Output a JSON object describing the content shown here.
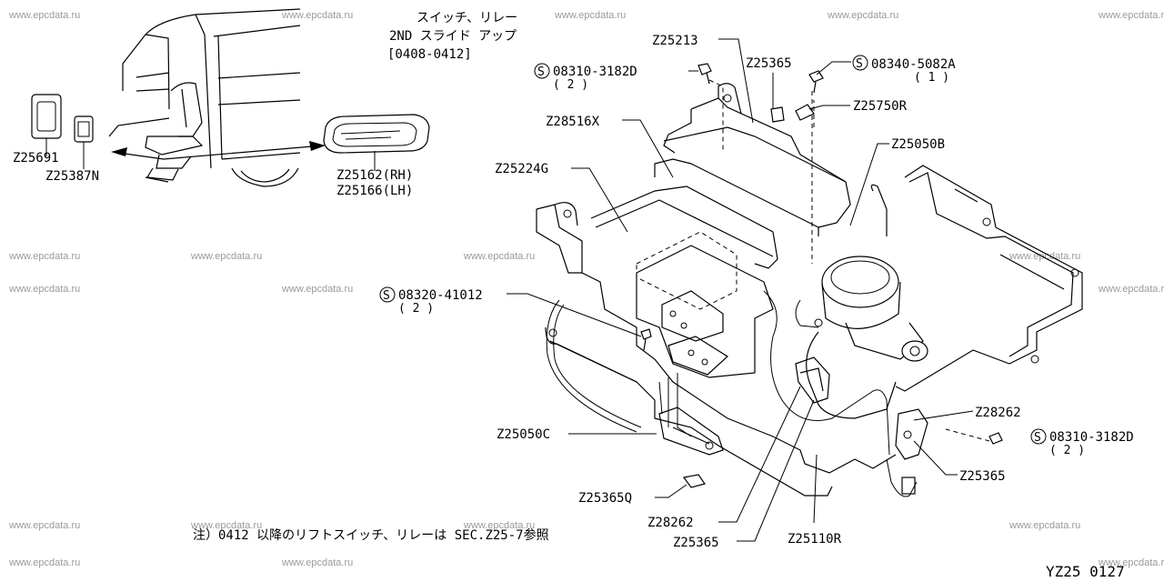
{
  "header": {
    "line1": "スイッチ、リレー",
    "line2": "2ND スライド アップ",
    "line3": "[0408-0412]"
  },
  "watermark": "www.epcdata.ru",
  "callouts": [
    {
      "id": "z25213",
      "text": "Z25213"
    },
    {
      "id": "z25365-top",
      "text": "Z25365"
    },
    {
      "id": "s08340",
      "text": "08340-5082A",
      "symbol": "S",
      "qty": "( 1 )"
    },
    {
      "id": "s08310-top",
      "text": "08310-3182D",
      "symbol": "S",
      "qty": "( 2 )"
    },
    {
      "id": "z25750r",
      "text": "Z25750R"
    },
    {
      "id": "z28516x",
      "text": "Z28516X"
    },
    {
      "id": "z25050b",
      "text": "Z25050B"
    },
    {
      "id": "z25224g",
      "text": "Z25224G"
    },
    {
      "id": "z25691",
      "text": "Z25691"
    },
    {
      "id": "z25387n",
      "text": "Z25387N"
    },
    {
      "id": "z25162",
      "text": "Z25162(RH)"
    },
    {
      "id": "z25166",
      "text": "Z25166(LH)"
    },
    {
      "id": "s08320",
      "text": "08320-41012",
      "symbol": "S",
      "qty": "( 2 )"
    },
    {
      "id": "z28262-right",
      "text": "Z28262"
    },
    {
      "id": "s08310-right",
      "text": "08310-3182D",
      "symbol": "S",
      "qty": "( 2 )"
    },
    {
      "id": "z25050c",
      "text": "Z25050C"
    },
    {
      "id": "z25365-right",
      "text": "Z25365"
    },
    {
      "id": "z25365q",
      "text": "Z25365Q"
    },
    {
      "id": "z28262-bottom",
      "text": "Z28262"
    },
    {
      "id": "z25110r",
      "text": "Z25110R"
    },
    {
      "id": "z25365-bottom",
      "text": "Z25365"
    }
  ],
  "note": "注）0412 以降のリフトスイッチ、リレーは SEC.Z25-7参照",
  "page_code": "YZ25 0127"
}
